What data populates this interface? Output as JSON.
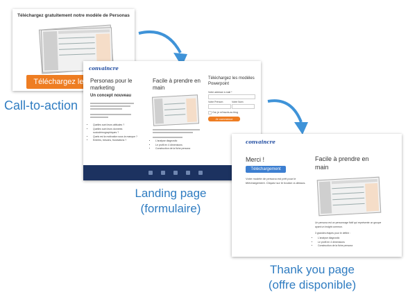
{
  "cta": {
    "title": "Téléchargez gratuitement notre modèle de Personas",
    "button_label": "Téléchargez le modèle",
    "caption": "Call-to-action"
  },
  "landing": {
    "logo": "convaincre",
    "heading1": "Personas pour le marketing",
    "subheading1": "Un concept nouveau",
    "heading2": "Facile à prendre en main",
    "form_title": "Téléchargez les modèles Powerpoint",
    "form_labels": [
      "Votre adresse e-mail *",
      "Votre Prénom",
      "Votre Nom"
    ],
    "checkbox_label": "Oui, je m'inscris au blog",
    "submit_label": "Je commence",
    "list_items": [
      "L'analyse diagnostic",
      "Le profil en 4 dimensions",
      "Construction de la fiche persona"
    ],
    "bullets_left": [
      "Quelles sont leurs attitudes ?",
      "Quelles sont leurs données sociodémographiques ?",
      "Quels est la motivation sous la manque ?",
      "Entrées, besoins, frustrations ?"
    ],
    "caption_line1": "Landing page",
    "caption_line2": "(formulaire)"
  },
  "thankyou": {
    "logo": "convaincre",
    "heading1": "Merci !",
    "button_label": "Téléchargement",
    "body_text": "Votre modèle de persona est prêt pour le téléchargement. Cliquez sur le bouton ci-dessus.",
    "heading2": "Facile à prendre en main",
    "para": "Un persona est un personnage fictif qui représente un groupe ayant un insight commun.",
    "para2": "3 grandes étapes pour le définir :",
    "list_items": [
      "L'analyse diagnostic",
      "Le profil en 4 dimensions",
      "Construction de la fiche persona"
    ],
    "caption_line1": "Thank you page",
    "caption_line2": "(offre disponible)"
  },
  "colors": {
    "accent_blue": "#2f7cc1",
    "orange": "#ee7d22",
    "footer_navy": "#1c3260",
    "arrow_blue": "#3f93d8"
  }
}
